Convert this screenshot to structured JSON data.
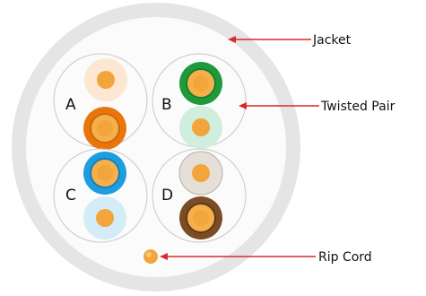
{
  "callouts": {
    "jacket": "Jacket",
    "twisted_pair": "Twisted Pair",
    "rip_cord": "Rip Cord"
  },
  "pairs": [
    {
      "letter": "A",
      "primary_color": "#e9760c",
      "secondary_color": "#fbe7d2",
      "primary_name": "orange",
      "secondary_name": "white-orange"
    },
    {
      "letter": "B",
      "primary_color": "#1f9a3a",
      "secondary_color": "#cfeedd",
      "primary_name": "green",
      "secondary_name": "white-green"
    },
    {
      "letter": "C",
      "primary_color": "#1e9ee0",
      "secondary_color": "#d3ecf7",
      "primary_name": "blue",
      "secondary_name": "white-blue"
    },
    {
      "letter": "D",
      "primary_color": "#7a4d24",
      "secondary_color": "#e6dfd8",
      "primary_name": "brown",
      "secondary_name": "white-brown"
    }
  ],
  "colors": {
    "jacket_outer": "#e5e5e5",
    "jacket_inner": "#fbfbfb",
    "copper": "#f2a53a",
    "arrow": "#d92a2a"
  }
}
